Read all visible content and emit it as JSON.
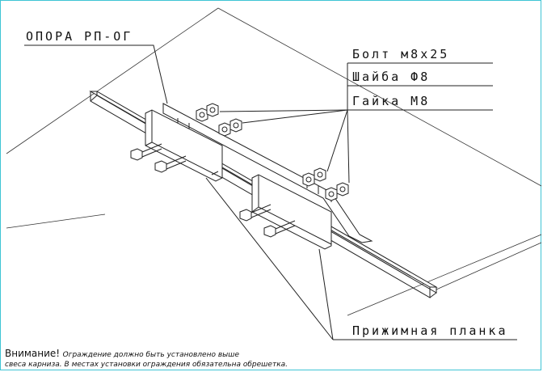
{
  "labels": {
    "support": "ОПОРА РП-ОГ",
    "bolt": "Болт м8х25",
    "washer": "Шайба Ф8",
    "nut": "Гайка М8",
    "clamp_bar": "Прижимная планка"
  },
  "note": {
    "prefix": "Внимание!",
    "line1": "Ограждение должно быть установлено выше",
    "line2": "свеса карниза. В местах установки ограждения обязательна обрешетка."
  },
  "colors": {
    "frame": "#3fc4d4",
    "line": "#222222"
  }
}
